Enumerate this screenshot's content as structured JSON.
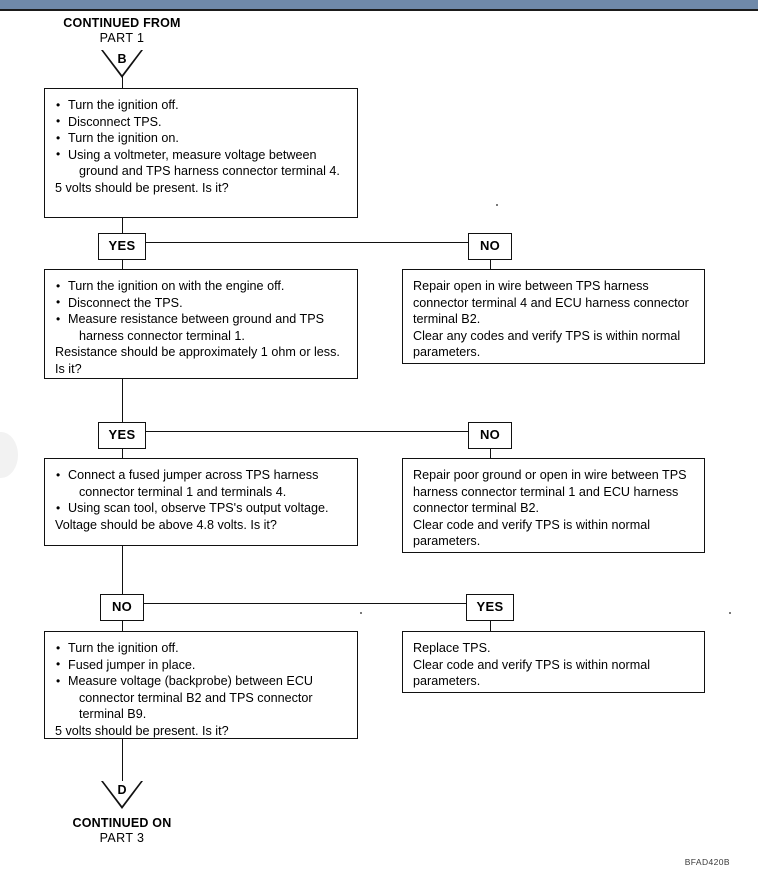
{
  "page": {
    "reference_code": "BFAD420B",
    "top_banner_color": "#6f89a9",
    "line_color": "#111111",
    "background_color": "#ffffff"
  },
  "header": {
    "line1": "CONTINUED FROM",
    "line2": "PART 1",
    "connector_label": "B"
  },
  "footer": {
    "line1": "CONTINUED ON",
    "line2": "PART 3",
    "connector_label": "D"
  },
  "labels": {
    "yes": "YES",
    "no": "NO"
  },
  "steps": [
    {
      "id": "step-1",
      "bullets": [
        "Turn the ignition off.",
        "Disconnect TPS.",
        "Turn the ignition on.",
        "Using a voltmeter, measure voltage between"
      ],
      "continuation": "ground and TPS harness connector terminal 4.",
      "question": "5 volts should be present. Is it?"
    },
    {
      "id": "step-2",
      "bullets": [
        "Turn the ignition on with the engine off.",
        "Disconnect the TPS.",
        "Measure resistance between ground and TPS"
      ],
      "continuation": "harness connector terminal 1.",
      "question": "Resistance should be approximately 1 ohm or less.",
      "question2": "Is it?"
    },
    {
      "id": "step-3",
      "bullets": [
        "Connect a fused jumper across TPS harness"
      ],
      "continuation": "connector terminal 1 and terminals 4.",
      "bullets2": [
        "Using scan tool, observe TPS's output voltage."
      ],
      "question": "Voltage should be above 4.8 volts. Is it?"
    },
    {
      "id": "step-4",
      "bullets": [
        "Turn the ignition off.",
        "Fused jumper in place.",
        "Measure voltage (backprobe) between ECU"
      ],
      "continuation": "connector terminal B2 and TPS connector",
      "continuation2": "terminal B9.",
      "question": "5 volts should be present. Is it?"
    }
  ],
  "outcomes": [
    {
      "id": "outcome-1",
      "branch": "NO",
      "lines": [
        "Repair open in wire between TPS harness",
        "connector terminal 4 and ECU harness connector",
        "terminal B2.",
        "Clear any codes and verify TPS is within normal",
        "parameters."
      ]
    },
    {
      "id": "outcome-2",
      "branch": "NO",
      "lines": [
        "Repair poor ground or open in wire between TPS",
        "harness connector terminal 1 and ECU harness",
        "connector terminal B2.",
        "Clear code and verify TPS is within normal",
        "parameters."
      ]
    },
    {
      "id": "outcome-3",
      "branch": "YES",
      "lines": [
        "Replace TPS.",
        "Clear code and verify TPS is within normal",
        "parameters."
      ]
    }
  ],
  "branch_order": [
    {
      "left": "YES",
      "right": "NO"
    },
    {
      "left": "YES",
      "right": "NO"
    },
    {
      "left": "NO",
      "right": "YES"
    }
  ]
}
